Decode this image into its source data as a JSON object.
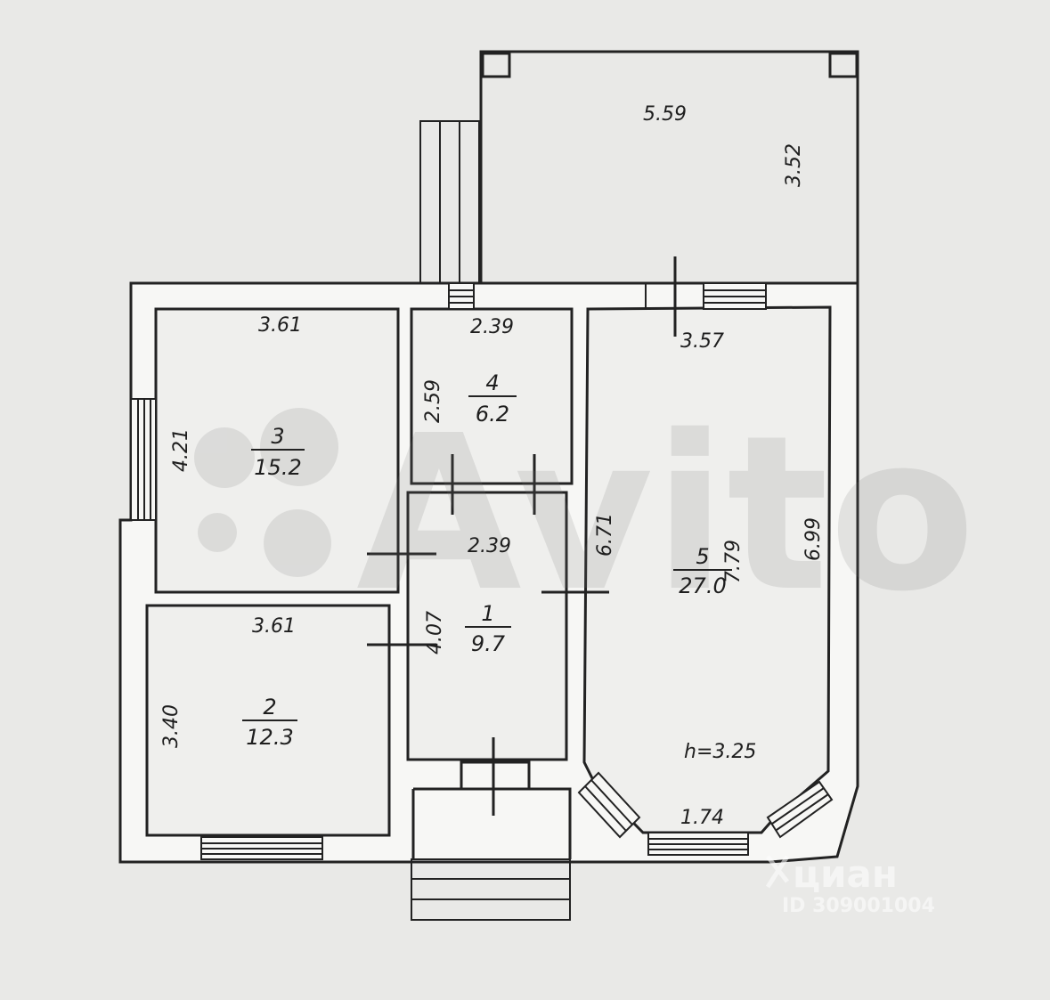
{
  "plan": {
    "terrace": {
      "width": "5.59",
      "depth": "3.52"
    },
    "rooms": [
      {
        "number": "1",
        "area": "9.7",
        "width": "2.39",
        "height": "4.07"
      },
      {
        "number": "2",
        "area": "12.3",
        "width": "3.61",
        "height": "3.40"
      },
      {
        "number": "3",
        "area": "15.2",
        "width": "3.61",
        "height": "4.21"
      },
      {
        "number": "4",
        "area": "6.2",
        "width": "2.39",
        "height": "2.59"
      },
      {
        "number": "5",
        "area": "27.0",
        "width": "3.57",
        "height_inner": "7.79",
        "height_outer": "6.99",
        "height_outer2": "6.71",
        "bay_width": "1.74"
      }
    ],
    "ceiling_height": "h=3.25"
  },
  "watermarks": {
    "avito": "Avito",
    "cian": "циан",
    "cian_id": "ID 309001004"
  }
}
